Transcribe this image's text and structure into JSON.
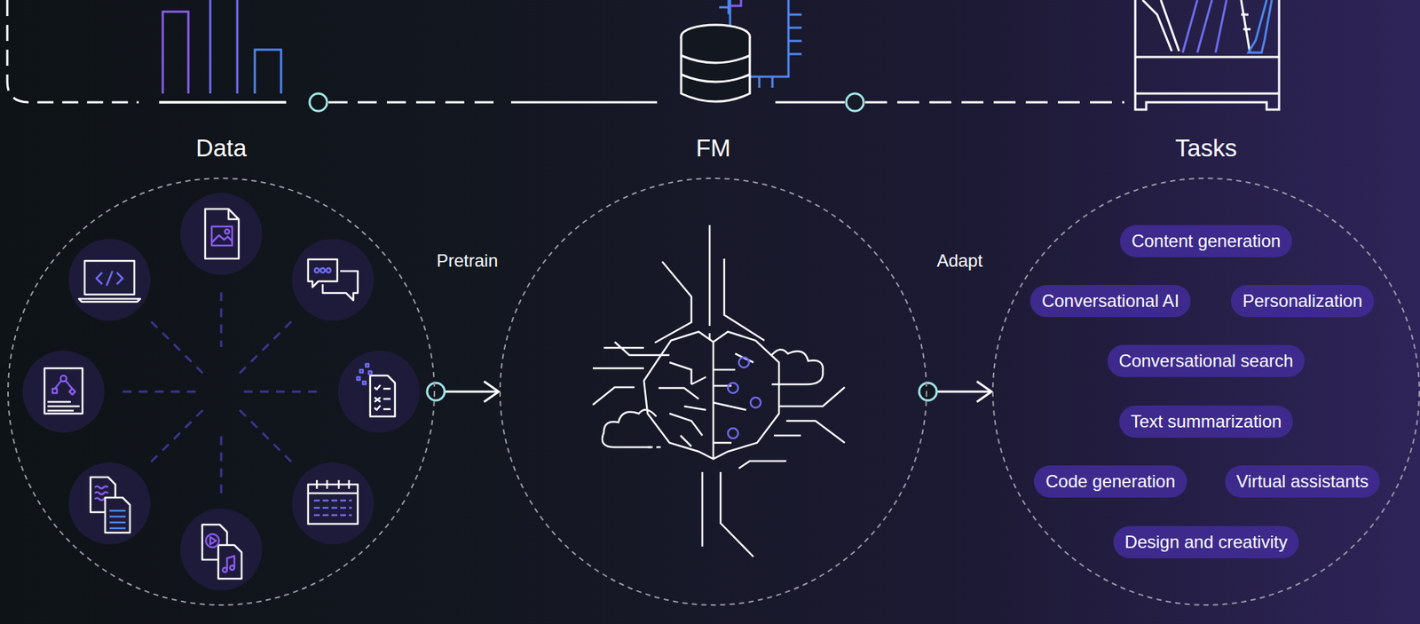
{
  "diagram": {
    "nodes": [
      {
        "text": [
          "Data"
        ]
      },
      {
        "text": [
          "FM"
        ]
      },
      {
        "text": [
          "Tasks"
        ]
      },
      {
        "text": [
          "Content generation"
        ],
        "in": 2
      },
      {
        "text": [
          "Conversational AI"
        ],
        "in": 2
      },
      {
        "text": [
          "Personalization"
        ],
        "in": 2
      },
      {
        "text": [
          "Conversational search"
        ],
        "in": 2
      },
      {
        "text": [
          "Text summarization"
        ],
        "in": 2
      },
      {
        "text": [
          "Code generation"
        ],
        "in": 2
      },
      {
        "text": [
          "Virtual assistants"
        ],
        "in": 2
      },
      {
        "text": [
          "Design and creativity"
        ],
        "in": 2
      }
    ],
    "edges": [
      {
        "from": 0,
        "to": 1,
        "label": "Pretrain",
        "arrow": "to"
      },
      {
        "from": 1,
        "to": 2,
        "label": "Adapt",
        "arrow": "to"
      }
    ]
  }
}
